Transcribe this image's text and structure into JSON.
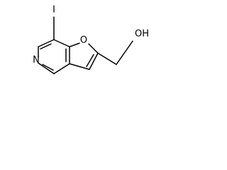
{
  "molecule": {
    "atoms": {
      "iodine": "I",
      "furan_oxygen": "O",
      "pyridine_nitrogen": "N",
      "hydroxyl": "OH"
    },
    "colors": {
      "bond": "#000000",
      "label": "#000000",
      "background": "#ffffff"
    }
  }
}
